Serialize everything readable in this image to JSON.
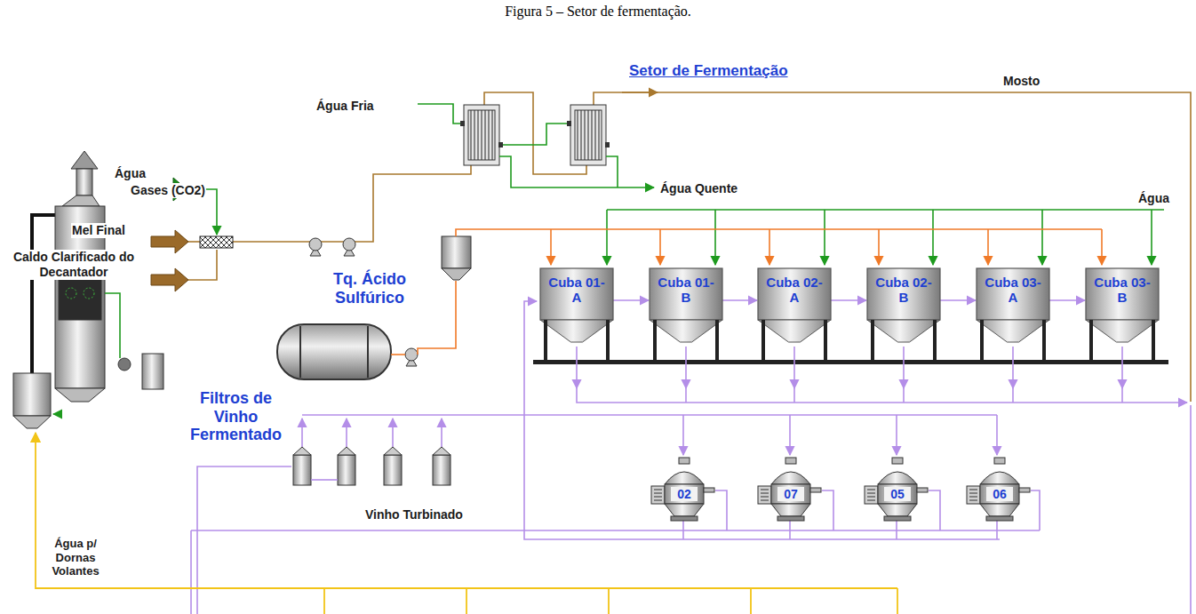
{
  "diagram": {
    "title": "Setor de Fermentação",
    "caption": "Figura 5 – Setor de fermentação.",
    "nodes": [
      {
        "text": [
          "Cuba 01-A"
        ]
      },
      {
        "text": [
          "Cuba 01-B"
        ]
      },
      {
        "text": [
          "Cuba 02-A"
        ]
      },
      {
        "text": [
          "Cuba 02-B"
        ]
      },
      {
        "text": [
          "Cuba 03-A"
        ]
      },
      {
        "text": [
          "Cuba 03-B"
        ]
      },
      {
        "text": [
          "02"
        ]
      },
      {
        "text": [
          "07"
        ]
      },
      {
        "text": [
          "05"
        ]
      },
      {
        "text": [
          "06"
        ]
      }
    ],
    "edges": [
      {
        "from": 0,
        "to": 1,
        "arrow": "to"
      },
      {
        "from": 1,
        "to": 2,
        "arrow": "to"
      },
      {
        "from": 2,
        "to": 3,
        "arrow": "to"
      },
      {
        "from": 3,
        "to": 4,
        "arrow": "to"
      },
      {
        "from": 4,
        "to": 5,
        "arrow": "to"
      }
    ],
    "labels": [
      "Mosto",
      "Água Fria",
      "Água",
      "Mel Final",
      "Caldo Clarificado do Decantador",
      "Água Quente",
      "Água",
      "Tq. Ácido Sulfúrico",
      "Gases (CO2)",
      "Filtros de Vinho Fermentado",
      "Vinho Turbinado",
      "Água p/ Dornas Volantes"
    ]
  }
}
